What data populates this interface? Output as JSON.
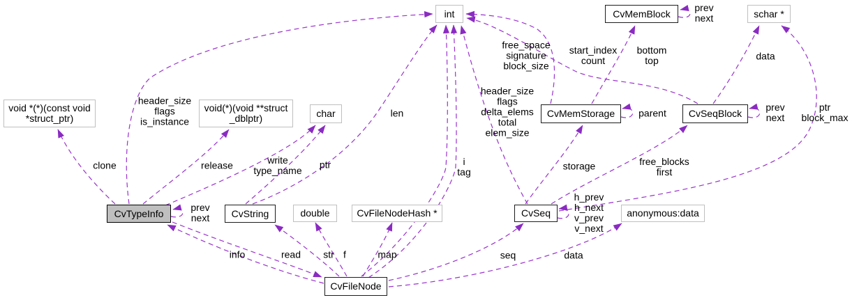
{
  "diagram": {
    "kind": "collaboration-graph",
    "edge_color": "#9a32cd",
    "highlight_fill": "#bfbfbf"
  },
  "nodes": {
    "int": {
      "label": "int"
    },
    "cvmemblock": {
      "label": "CvMemBlock"
    },
    "schar": {
      "label": "schar *"
    },
    "clone_fn": {
      "lines": [
        "void *(*)(const void",
        "*struct_ptr)"
      ]
    },
    "release_fn": {
      "lines": [
        "void(*)(void **struct",
        "_dblptr)"
      ]
    },
    "char": {
      "label": "char"
    },
    "cvmemstorage": {
      "label": "CvMemStorage"
    },
    "cvseqblock": {
      "label": "CvSeqBlock"
    },
    "cvtypeinfo": {
      "label": "CvTypeInfo"
    },
    "cvstring": {
      "label": "CvString"
    },
    "double": {
      "label": "double"
    },
    "cvfilenodehash": {
      "label": "CvFileNodeHash *"
    },
    "cvseq": {
      "label": "CvSeq"
    },
    "anonymous_data": {
      "label": "anonymous:data"
    },
    "cvfilenode": {
      "label": "CvFileNode"
    }
  },
  "edge_labels": {
    "clone": {
      "lines": [
        "clone"
      ]
    },
    "header_flags_instance": {
      "lines": [
        "header_size",
        "flags",
        "is_instance"
      ]
    },
    "release": {
      "lines": [
        "release"
      ]
    },
    "write_type_name": {
      "lines": [
        "write",
        "type_name"
      ]
    },
    "ptr": {
      "lines": [
        "ptr"
      ]
    },
    "len": {
      "lines": [
        "len"
      ]
    },
    "i_tag": {
      "lines": [
        "i",
        "tag"
      ]
    },
    "free_space_sig": {
      "lines": [
        "free_space",
        "signature",
        "block_size"
      ]
    },
    "start_index_count": {
      "lines": [
        "start_index",
        "count"
      ]
    },
    "bottom_top": {
      "lines": [
        "bottom",
        "top"
      ]
    },
    "memblock_prev_next": {
      "lines": [
        "prev",
        "next"
      ]
    },
    "seqblock_data": {
      "lines": [
        "data"
      ]
    },
    "seq_header": {
      "lines": [
        "header_size",
        "flags",
        "delta_elems",
        "total",
        "elem_size"
      ]
    },
    "parent": {
      "lines": [
        "parent"
      ]
    },
    "seqblock_prev_next": {
      "lines": [
        "prev",
        "next"
      ]
    },
    "ptr_block_max": {
      "lines": [
        "ptr",
        "block_max"
      ]
    },
    "storage": {
      "lines": [
        "storage"
      ]
    },
    "free_blocks_first": {
      "lines": [
        "free_blocks",
        "first"
      ]
    },
    "typeinfo_prev_next": {
      "lines": [
        "prev",
        "next"
      ]
    },
    "seq_links": {
      "lines": [
        "h_prev",
        "h_next",
        "v_prev",
        "v_next"
      ]
    },
    "info": {
      "lines": [
        "info"
      ]
    },
    "read": {
      "lines": [
        "read"
      ]
    },
    "str": {
      "lines": [
        "str"
      ]
    },
    "f": {
      "lines": [
        "f"
      ]
    },
    "map": {
      "lines": [
        "map"
      ]
    },
    "seq": {
      "lines": [
        "seq"
      ]
    },
    "filenode_data": {
      "lines": [
        "data"
      ]
    }
  }
}
